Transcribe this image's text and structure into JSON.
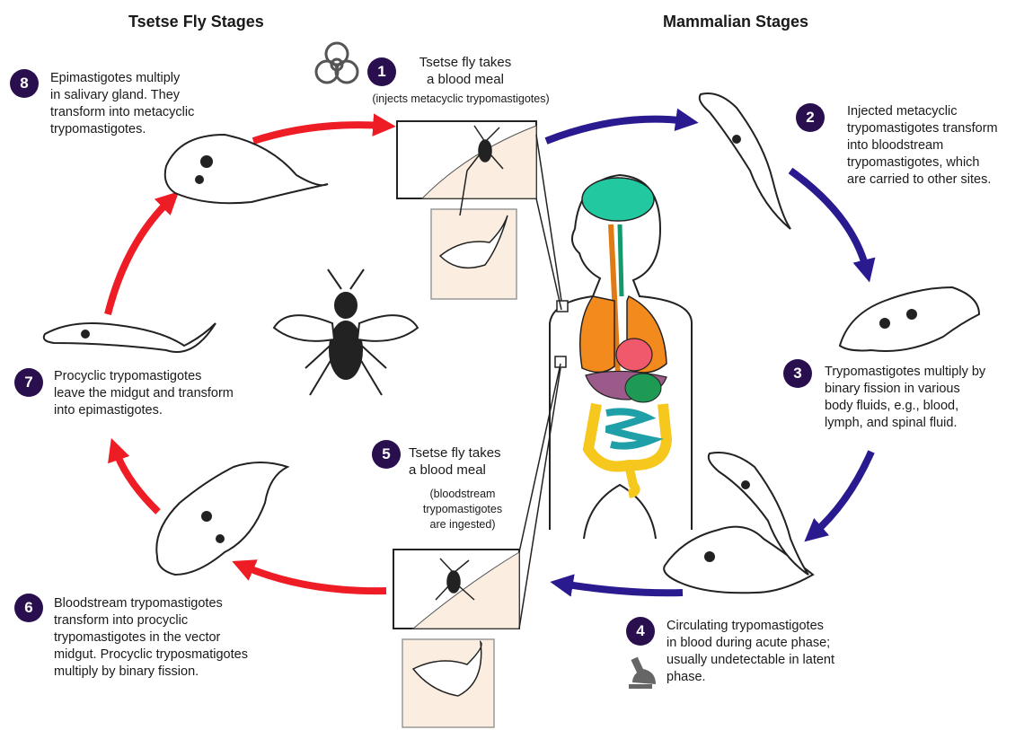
{
  "titles": {
    "tsetse": "Tsetse Fly Stages",
    "mammalian": "Mammalian Stages"
  },
  "colors": {
    "tsetse_arrow": "#ee1c25",
    "mammal_arrow": "#2a1a8f",
    "step_badge": "#2a0f4f",
    "skin_panel": "#fbeee0"
  },
  "icons": [
    "biohazard-icon",
    "microscope-icon"
  ],
  "steps": [
    {
      "num": "1",
      "lines": [
        "Tsetse fly takes",
        "a blood meal"
      ],
      "sub": "(injects metacyclic trypomastigotes)"
    },
    {
      "num": "2",
      "lines": [
        "Injected metacyclic",
        "trypomastigotes transform",
        "into bloodstream",
        "trypomastigotes, which",
        "are carried to other sites."
      ]
    },
    {
      "num": "3",
      "lines": [
        "Trypomastigotes multiply by",
        "binary fission in various",
        "body fluids, e.g., blood,",
        "lymph, and spinal fluid."
      ]
    },
    {
      "num": "4",
      "lines": [
        "Circulating trypomastigotes",
        "in blood during acute phase;",
        "usually undetectable in latent",
        "phase."
      ]
    },
    {
      "num": "5",
      "lines": [
        "Tsetse fly takes",
        "a blood meal"
      ],
      "sub_lines": [
        "(bloodstream",
        "trypomastigotes",
        "are ingested)"
      ]
    },
    {
      "num": "6",
      "lines": [
        "Bloodstream trypomastigotes",
        "transform into procyclic",
        "trypomastigotes in the vector",
        "midgut. Procyclic tryposmatigotes",
        "multiply by binary fission."
      ]
    },
    {
      "num": "7",
      "lines": [
        "Procyclic trypomastigotes",
        "leave the midgut and transform",
        "into epimastigotes."
      ]
    },
    {
      "num": "8",
      "lines": [
        "Epimastigotes multiply",
        "in salivary gland. They",
        "transform into metacyclic",
        "trypomastigotes."
      ]
    }
  ]
}
